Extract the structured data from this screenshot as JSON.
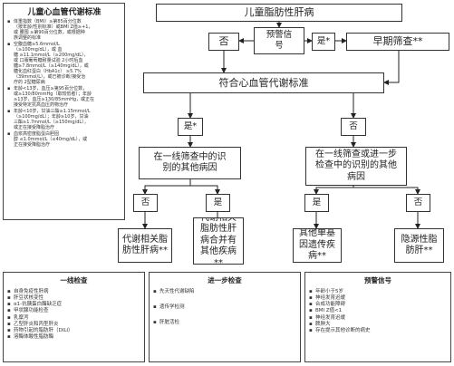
{
  "criteria_panel": {
    "title": "儿童心血管代谢标准",
    "items": [
      "体重指数（BMI）≥第85百分位数\n（按年龄/性别标准）或BMI Z值≥+1，\n或 腰围 ≥第90百分位数，或根据种\n族调整的标准",
      "空腹血糖≥5.6mmol/L\n（≥100mg/dL），或 血\n糖 ≥11.1mmol/L（≥200mg/dL），\n或 口服葡萄糖耐量试验 2小时后血\n糖≥7.8mmol/L（≥140mg/dL），或\n糖化血红蛋白（HbA1c） ≥5.7%\n（39mmol/L），或已被诊断/接受治\n疗的 2型糖尿病",
      "年龄<13岁，血压≥第95百分位数，\n或≥130/80mmHg（取较低者）；年龄\n≥13岁，血压≥130/85mmHg，或正在\n接受特定抗高血压药物治疗",
      "年龄<10岁，甘油三酯≥1.15mmol/L\n（≥100mg/dL）；年龄≥10岁，甘油\n三酯≥1.7mmol/L（≥150mg/dL），\n或正在接受降脂治疗",
      "血浆高密度脂蛋白胆固\n醇 ≤1.0mmol/L（≤40mg/dL），或\n正在接受降脂治疗"
    ]
  },
  "nodes": {
    "title": "儿童脂肪性肝病",
    "no_top": "否",
    "warning_signs": "预警信号",
    "yes_top": "是*",
    "early_screening": "早期筛查**",
    "meets_criteria": "符合心血管代谢标准",
    "yes_left": "是*",
    "no_right": "否",
    "first_line_left": "在一线筛查中的识别的其他病因",
    "first_line_right": "在一线筛查或进一步检查中的识别的其他病因",
    "no_ll": "否",
    "yes_lr": "是",
    "yes_rl": "是",
    "no_rr": "否",
    "outcome_1": "代谢相关脂肪性肝病**",
    "outcome_2": "代谢相关脂肪性肝病合并有其他疾病**",
    "outcome_3": "其他单基因遗传疾病**",
    "outcome_4": "隐源性脂肪肝**"
  },
  "first_line_panel": {
    "title": "一线检查",
    "items": [
      "自身免疫性肝病",
      "肝豆状核变性",
      "α1-抗胰蛋白酶缺乏症",
      "甲状腺功能检查",
      "乳糜泻",
      "乙型肝炎和丙型肝炎",
      "药物引起的脂肪肝（DILI）",
      "溶酶体酸性脂肪酶"
    ]
  },
  "further_panel": {
    "title": "进一步检查",
    "items": [
      "先天性代谢缺陷",
      "遗传学检测",
      "肝脏活检"
    ]
  },
  "warning_panel": {
    "title": "预警信号",
    "items": [
      "年龄小于5岁",
      "神经发育迟缓",
      "合成功能障碍",
      "BMI Z值<1",
      "神经发育迟缓",
      "脾肿大",
      "存在提示其他诊断的病史"
    ]
  }
}
